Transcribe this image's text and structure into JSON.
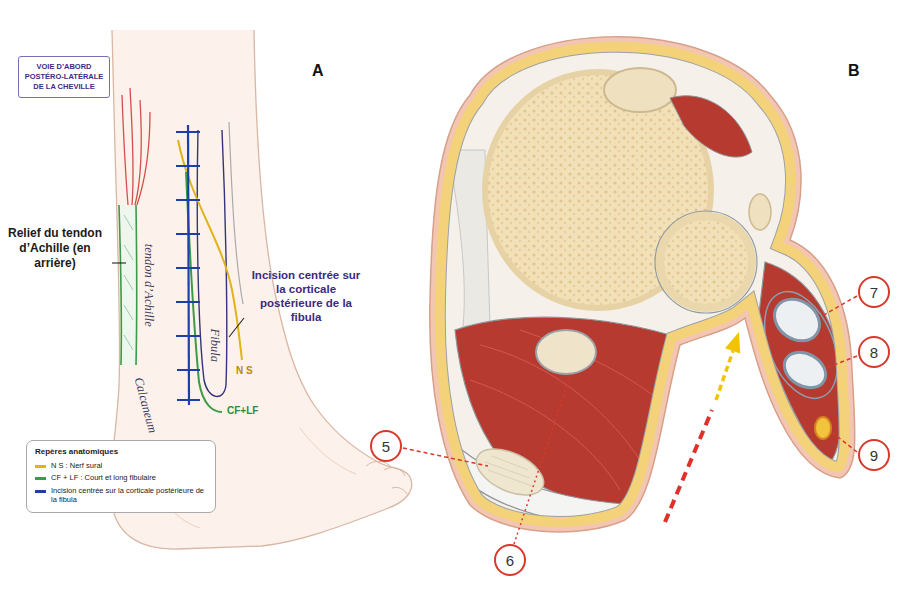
{
  "diagram": {
    "nodes": [
      {
        "text": [
          "VOIE D’ABORD POSTÉRO-LATÉRALE DE LA CHEVILLE"
        ]
      },
      {
        "text": [
          "Repères anatomiques"
        ]
      },
      {
        "text": [
          "7"
        ]
      },
      {
        "text": [
          "8"
        ]
      },
      {
        "text": [
          "5"
        ]
      },
      {
        "text": [
          "9"
        ]
      },
      {
        "text": [
          "6"
        ]
      }
    ],
    "labels": [
      "A",
      "B",
      "Relief du tendon d’Achille (en arrière)",
      "tendon d’Achille",
      "Fibula",
      "Incision centrée sur la corticale postérieure de la fibula",
      "N S",
      "CF+LF",
      "Calcaneum"
    ],
    "legend": [
      {
        "text": "N S : Nerf sural",
        "color": "#e0b318"
      },
      {
        "text": "CF + LF : Court et long fibulaire",
        "color": "#3c9a48"
      },
      {
        "text": "Incision centrée sur la corticale postérieure de la fibula",
        "color": "#1f3fa8"
      }
    ]
  }
}
